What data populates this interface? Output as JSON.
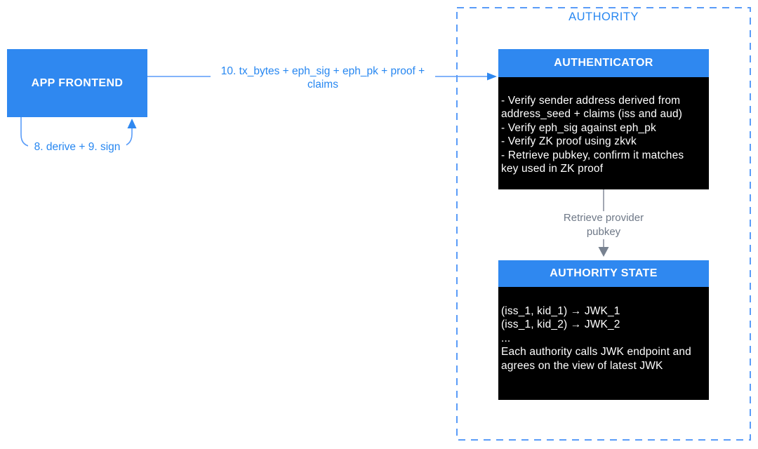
{
  "colors": {
    "box_blue": "#2F88F0",
    "line_blue": "#5A9CF8",
    "text_blue": "#2787F1",
    "gray_line": "#8A919E",
    "gray_arrowhead": "#788290",
    "gray_text": "#6E7887",
    "box_black": "#000000",
    "text_white": "#FFFFFF"
  },
  "nodes": {
    "app_frontend": {
      "title": "APP FRONTEND"
    },
    "authority": {
      "title": "AUTHORITY"
    },
    "authenticator": {
      "title": "AUTHENTICATOR",
      "body_lines": [
        "- Verify sender address derived from",
        "address_seed + claims (iss and aud)",
        "- Verify eph_sig against eph_pk",
        "- Verify ZK proof using zkvk",
        "- Retrieve pubkey, confirm it matches",
        "key used in ZK proof"
      ]
    },
    "authority_state": {
      "title": "AUTHORITY STATE",
      "body_lines": [
        "(iss_1, kid_1) → JWK_1",
        "(iss_1, kid_2) → JWK_2",
        "...",
        "Each authority calls JWK endpoint and",
        "agrees on the view of latest JWK"
      ]
    }
  },
  "edges": {
    "derive_sign": {
      "label": "8. derive + 9. sign"
    },
    "submit_tx": {
      "label_lines": [
        "10. tx_bytes + eph_sig + eph_pk + proof +",
        "claims"
      ]
    },
    "retrieve_pubkey": {
      "label_lines": [
        "Retrieve provider",
        "pubkey"
      ]
    }
  }
}
